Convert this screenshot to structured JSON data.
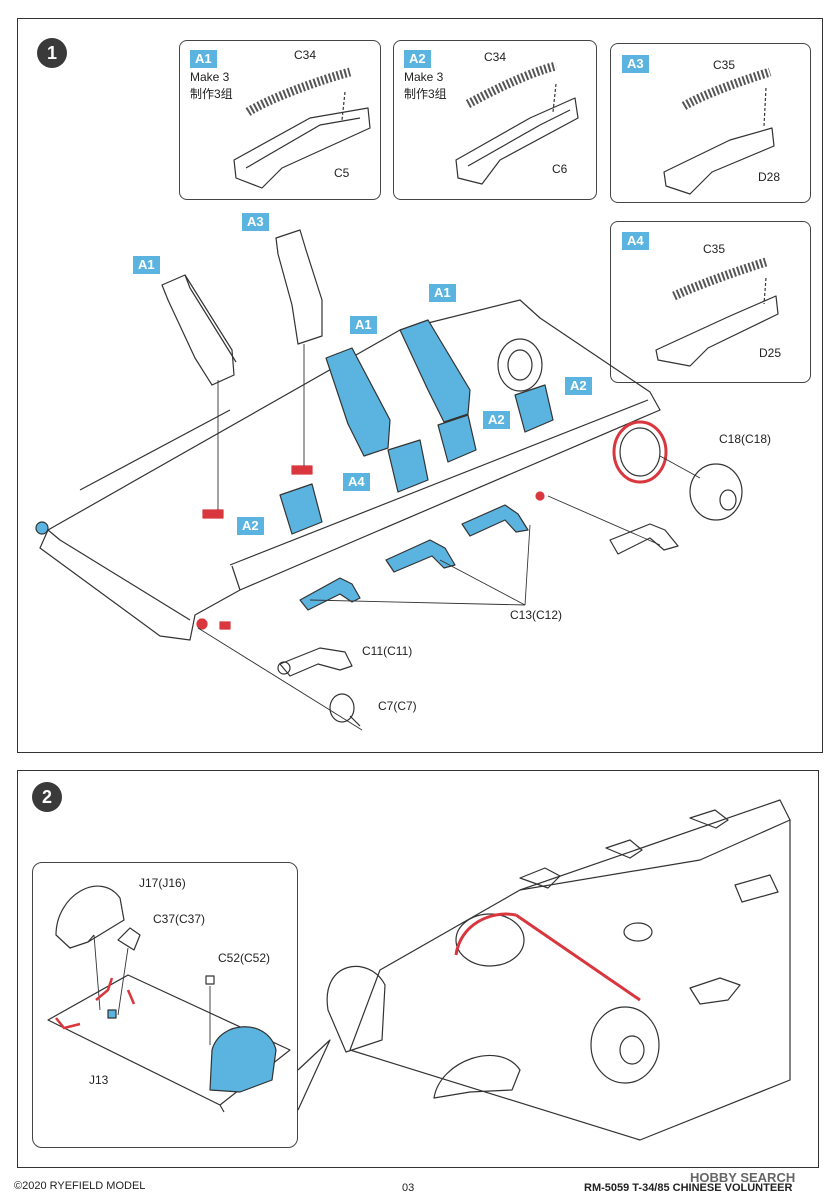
{
  "step1": {
    "number": "1",
    "insets": [
      {
        "tag": "A1",
        "note_en": "Make 3",
        "note_cn": "制作3组",
        "spring": "C34",
        "tray": "C5"
      },
      {
        "tag": "A2",
        "note_en": "Make 3",
        "note_cn": "制作3组",
        "spring": "C34",
        "tray": "C6"
      },
      {
        "tag": "A3",
        "note_en": "",
        "note_cn": "",
        "spring": "C35",
        "tray": "D28"
      },
      {
        "tag": "A4",
        "note_en": "",
        "note_cn": "",
        "spring": "C35",
        "tray": "D25"
      }
    ],
    "tags": [
      "A1",
      "A3",
      "A1",
      "A1",
      "A2",
      "A2",
      "A4",
      "A2"
    ],
    "labels": {
      "c18": "C18(C18)",
      "c13": "C13(C12)",
      "c11": "C11(C11)",
      "c7": "C7(C7)"
    }
  },
  "step2": {
    "number": "2",
    "labels": {
      "j17": "J17(J16)",
      "c37": "C37(C37)",
      "c52": "C52(C52)",
      "j13": "J13"
    }
  },
  "footer": {
    "copyright": "©2020 RYEFIELD MODEL",
    "page": "03",
    "product": "RM-5059 T-34/85 CHINESE VOLUNTEER",
    "watermark": "HOBBY SEARCH"
  },
  "colors": {
    "highlight_blue": "#5bb4e0",
    "highlight_red": "#d9363e",
    "line": "#333333"
  }
}
